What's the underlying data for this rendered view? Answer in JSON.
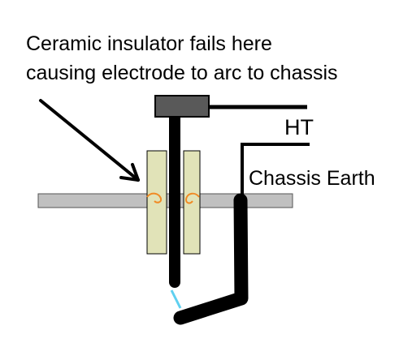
{
  "annotation": {
    "line1": "Ceramic insulator fails here",
    "line2": "causing electrode to arc to chassis"
  },
  "labels": {
    "ht": "HT",
    "chassis_earth": "Chassis Earth"
  },
  "colors": {
    "background": "#ffffff",
    "ink": "#000000",
    "chassis_plate": "#c0c0c0",
    "insulator": "#e1e3b8",
    "electrode_cap": "#595959",
    "arc_mark": "#f08a24",
    "spark": "#5fd0f0"
  }
}
